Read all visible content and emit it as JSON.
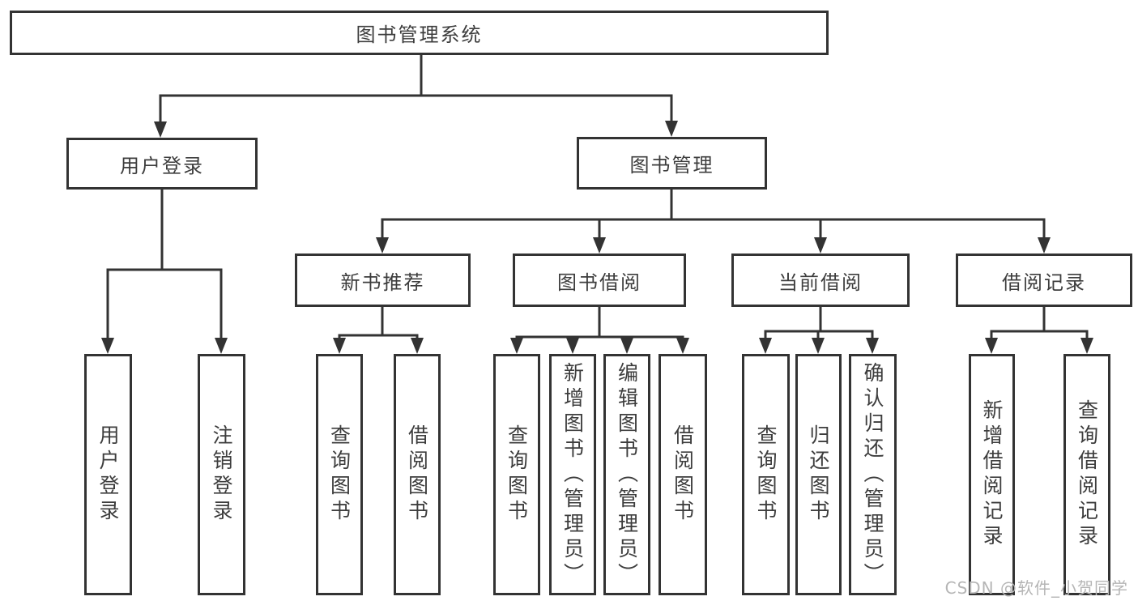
{
  "tree": {
    "label": "图书管理系统",
    "children": [
      {
        "label": "用户登录",
        "children": [
          {
            "label": "用户登录"
          },
          {
            "label": "注销登录"
          }
        ]
      },
      {
        "label": "图书管理",
        "children": [
          {
            "label": "新书推荐",
            "children": [
              {
                "label": "查询图书"
              },
              {
                "label": "借阅图书"
              }
            ]
          },
          {
            "label": "图书借阅",
            "children": [
              {
                "label": "查询图书"
              },
              {
                "label": "新增图书（管理员）"
              },
              {
                "label": "编辑图书（管理员）"
              },
              {
                "label": "借阅图书"
              }
            ]
          },
          {
            "label": "当前借阅",
            "children": [
              {
                "label": "查询图书"
              },
              {
                "label": "归还图书"
              },
              {
                "label": "确认归还（管理员）"
              }
            ]
          },
          {
            "label": "借阅记录",
            "children": [
              {
                "label": "新增借阅记录"
              },
              {
                "label": "查询借阅记录"
              }
            ]
          }
        ]
      }
    ]
  },
  "watermark": {
    "text": "CSDN @软件_小贺同学"
  },
  "colors": {
    "line": "#333333",
    "box_border": "#333333",
    "text": "#3d3d3d",
    "watermark": "#b5b5b5",
    "background": "#ffffff"
  }
}
